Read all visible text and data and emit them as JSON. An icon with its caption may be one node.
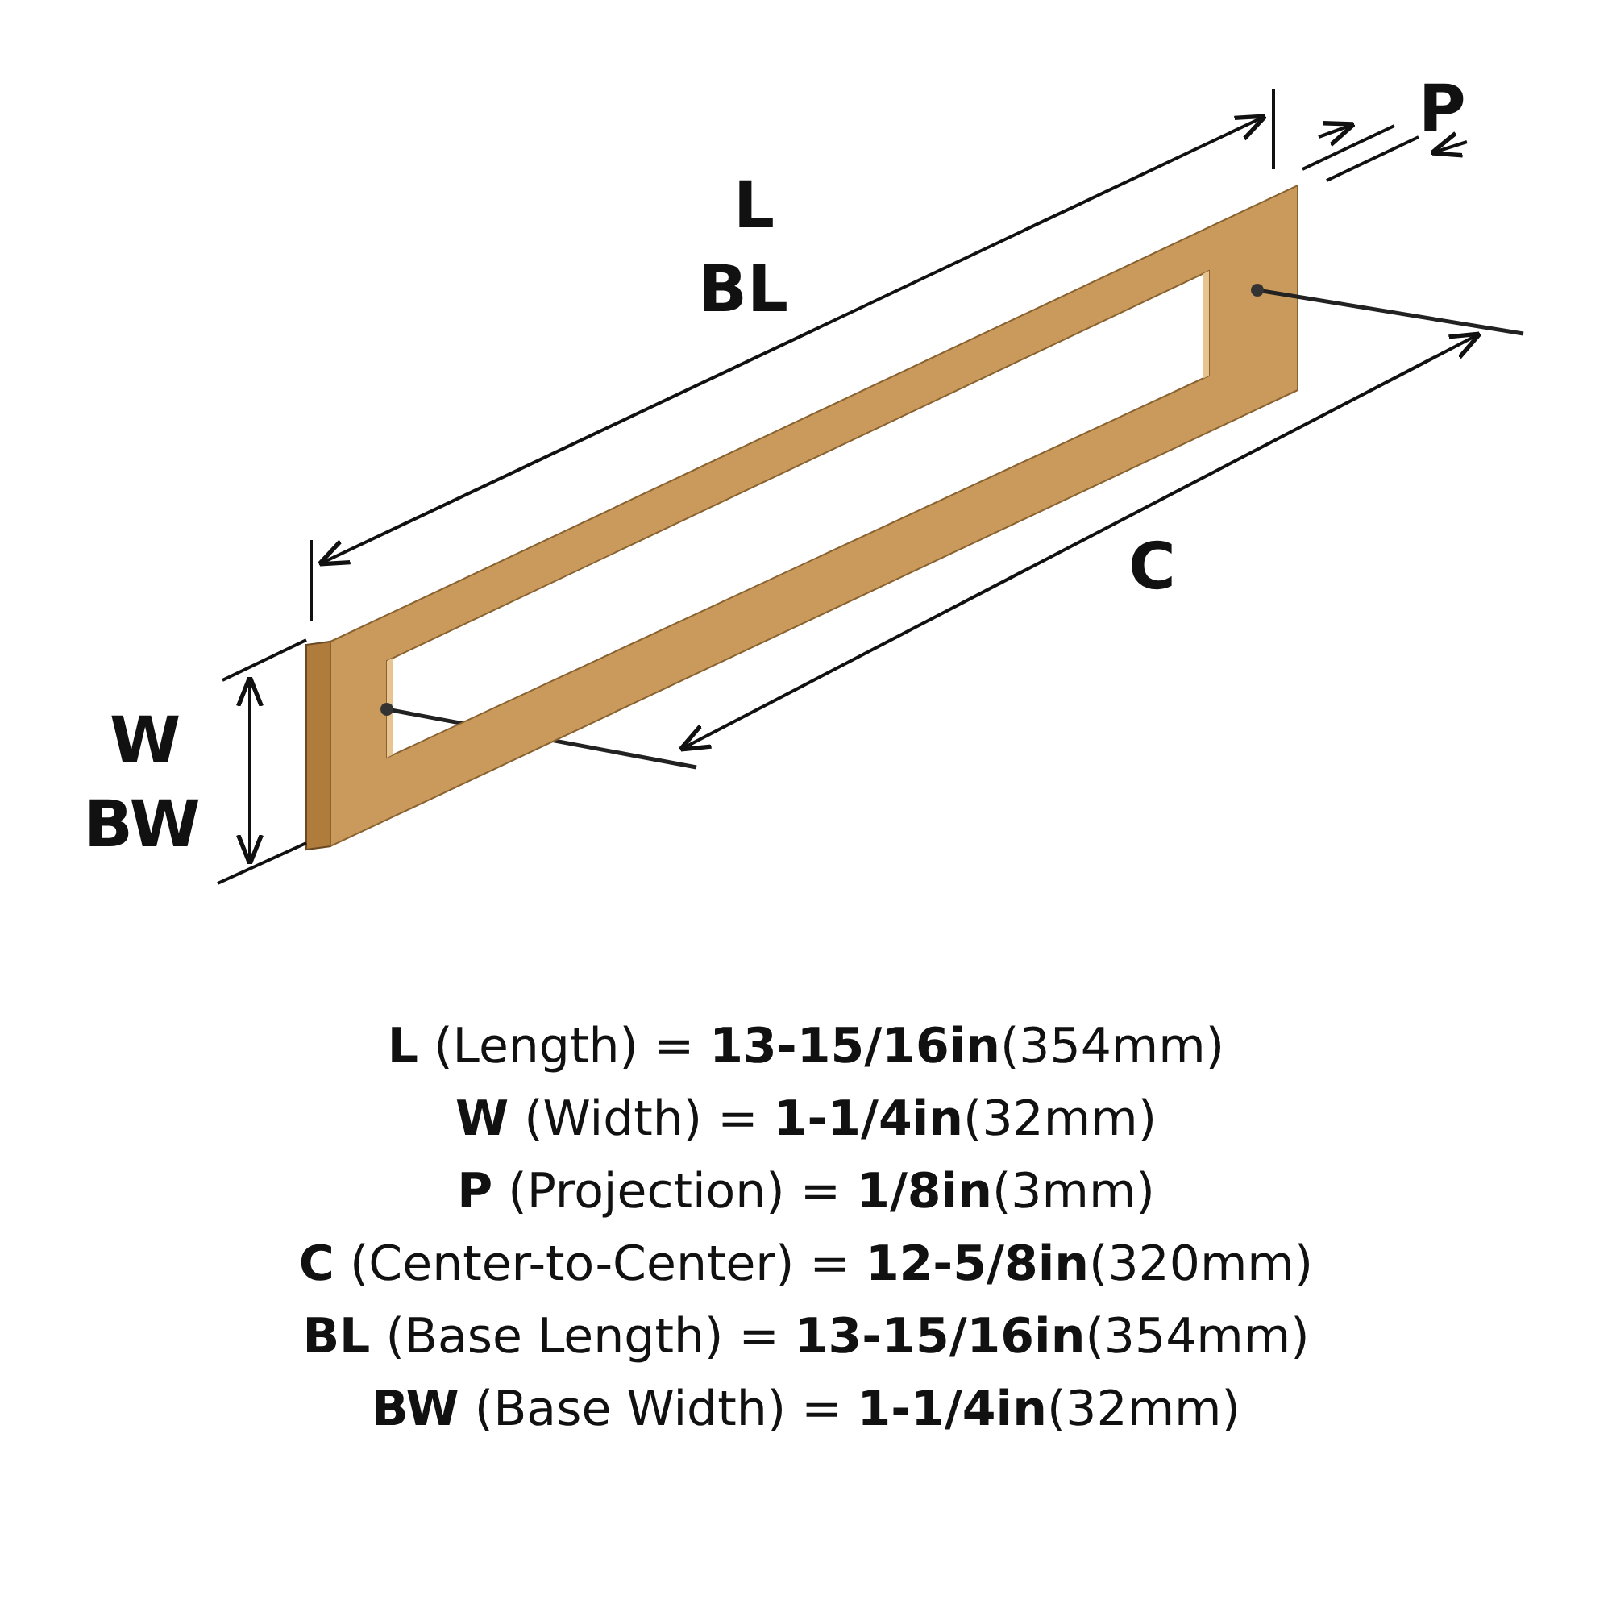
{
  "diagram": {
    "labels": [
      "L",
      "BL",
      "P",
      "C",
      "W",
      "BW",
      "**L** (Length) = **13-15/16in**(354mm)",
      "**W** (Width) = **1-1/4in**(32mm)",
      "**P** (Projection) = **1/8in**(3mm)",
      "**C** (Center-to-Center) = **12-5/8in**(320mm)",
      "**BL** (Base Length) = **13-15/16in**(354mm)",
      "**BW** (Base Width) = **1-1/4in**(32mm)"
    ]
  }
}
